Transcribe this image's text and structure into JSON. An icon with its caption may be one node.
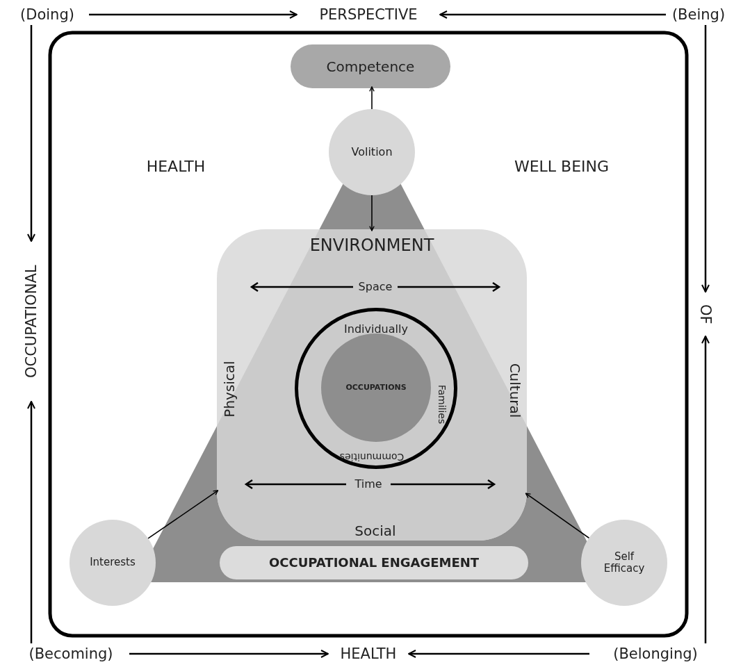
{
  "diagram": {
    "nodes": [
      {
        "text": [
          "(Doing)"
        ]
      },
      {
        "text": [
          "PERSPECTIVE"
        ]
      },
      {
        "text": [
          "(Being)"
        ]
      },
      {
        "text": [
          "OCCUPATIONAL"
        ]
      },
      {
        "text": [
          "OF"
        ]
      },
      {
        "text": [
          "(Becoming)"
        ]
      },
      {
        "text": [
          "HEALTH"
        ]
      },
      {
        "text": [
          "(Belonging)"
        ]
      },
      {
        "text": [
          "Competence"
        ]
      },
      {
        "text": [
          "Volition"
        ]
      },
      {
        "text": [
          "ENVIRONMENT",
          "Physical",
          "Cultural",
          "Social"
        ]
      },
      {
        "text": [
          "Individually",
          "Families",
          "Communities"
        ],
        "in": 10
      },
      {
        "text": [
          "OCCUPATIONS"
        ],
        "in": 11
      },
      {
        "text": [
          "Interests"
        ]
      },
      {
        "text": [
          "OCCUPATIONAL ENGAGEMENT"
        ]
      },
      {
        "text": [
          "Self Efficacy"
        ]
      }
    ],
    "edges": [
      {
        "from": 0,
        "to": 1,
        "arrow": "to"
      },
      {
        "from": 2,
        "to": 1,
        "arrow": "to"
      },
      {
        "from": 0,
        "to": 3,
        "arrow": "to"
      },
      {
        "from": 5,
        "to": 3,
        "arrow": "to"
      },
      {
        "from": 2,
        "to": 4,
        "arrow": "to"
      },
      {
        "from": 7,
        "to": 4,
        "arrow": "to"
      },
      {
        "from": 5,
        "to": 6,
        "arrow": "to"
      },
      {
        "from": 7,
        "to": 6,
        "arrow": "to"
      },
      {
        "from": 9,
        "to": 8,
        "arrow": "to"
      },
      {
        "from": 9,
        "to": 10,
        "arrow": "to"
      },
      {
        "from": 13,
        "to": 10,
        "arrow": "to"
      },
      {
        "from": 15,
        "to": 10,
        "arrow": "to"
      }
    ],
    "labels": [
      "HEALTH",
      "WELL BEING",
      "Space",
      "Time"
    ]
  }
}
